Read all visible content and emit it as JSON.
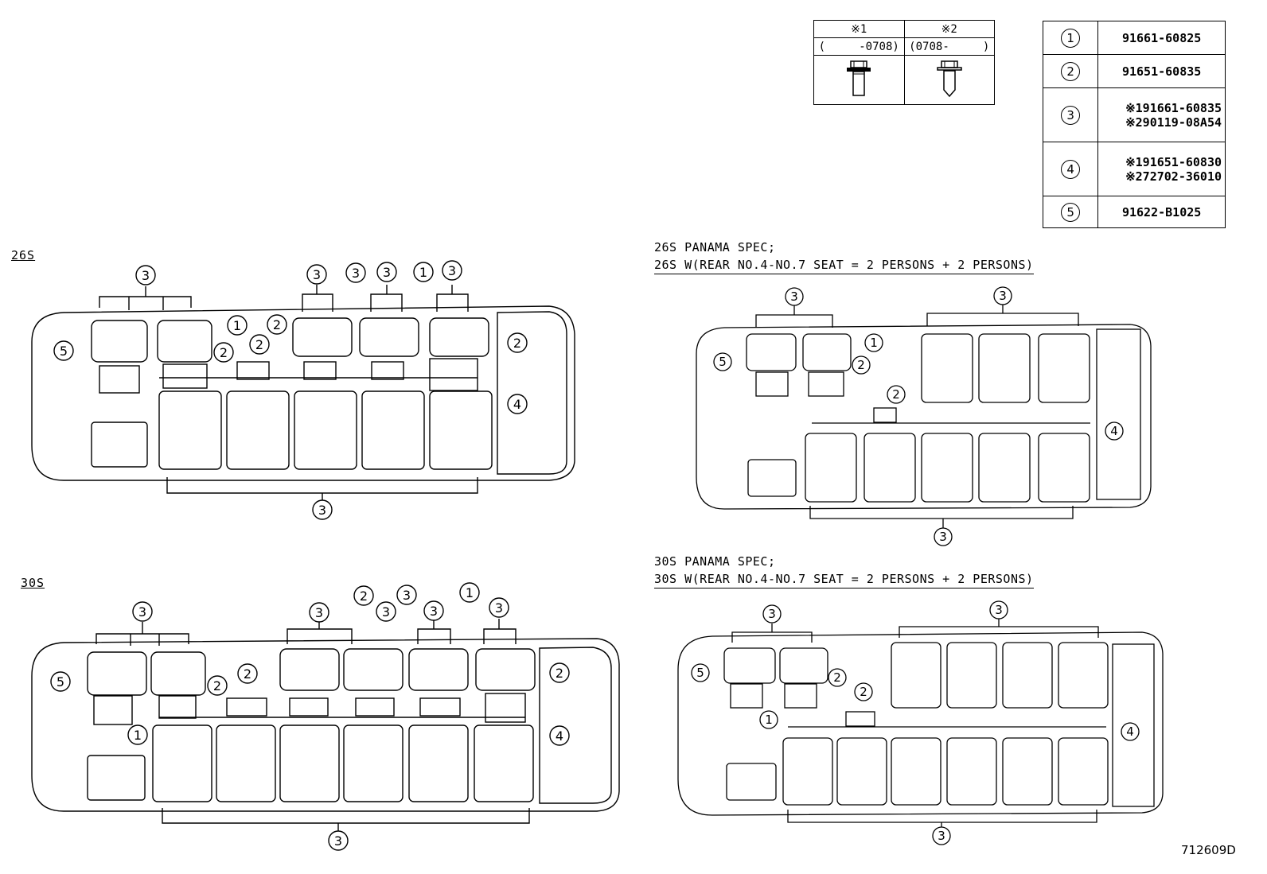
{
  "legend": {
    "col1_mark": "※1",
    "col2_mark": "※2",
    "col1_range": "(     -0708)",
    "col2_range": "(0708-     )",
    "col1_fastener": "bolt-with-washer-icon",
    "col2_fastener": "tapping-bolt-icon"
  },
  "parts": [
    {
      "num": "1",
      "codes": [
        "91661-60825"
      ]
    },
    {
      "num": "2",
      "codes": [
        "91651-60835"
      ]
    },
    {
      "num": "3",
      "codes": [
        "※191661-60835",
        "※290119-08A54"
      ]
    },
    {
      "num": "4",
      "codes": [
        "※191651-60830",
        "※272702-36010"
      ]
    },
    {
      "num": "5",
      "codes": [
        "91622-B1025"
      ]
    }
  ],
  "sections": {
    "s26": {
      "label": "26S"
    },
    "s30": {
      "label": "30S"
    },
    "p26": {
      "line1": "26S PANAMA SPEC;",
      "line2": "26S W(REAR NO.4-NO.7 SEAT = 2 PERSONS + 2 PERSONS)"
    },
    "p30": {
      "line1": "30S PANAMA SPEC;",
      "line2": "30S W(REAR NO.4-NO.7 SEAT = 2 PERSONS + 2 PERSONS)"
    }
  },
  "callouts": [
    "1",
    "2",
    "3",
    "4",
    "5"
  ],
  "diagram_id": "712609D"
}
